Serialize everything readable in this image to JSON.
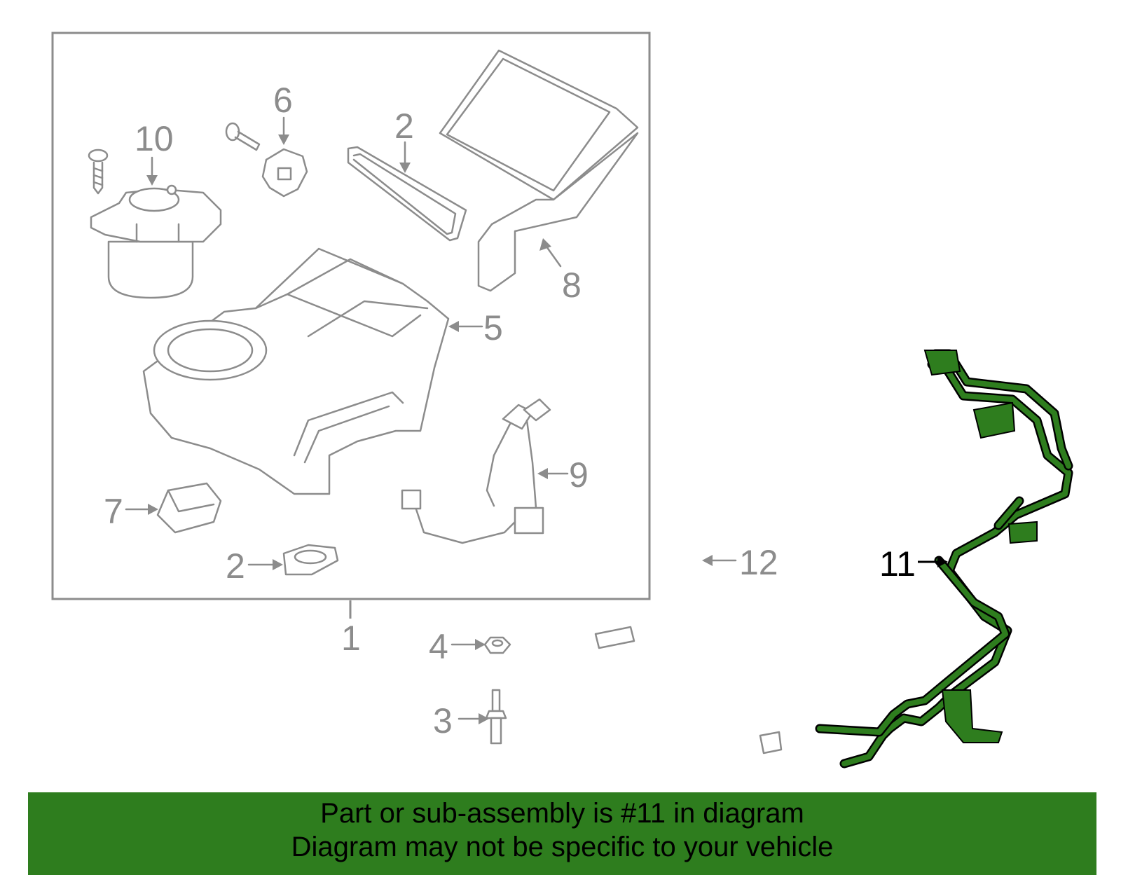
{
  "colors": {
    "highlight": "#2e7d1e",
    "banner_bg": "#2e7d1e",
    "line_gray": "#8c8c8c"
  },
  "callouts": {
    "c1": "1",
    "c2a": "2",
    "c2b": "2",
    "c3": "3",
    "c4": "4",
    "c5": "5",
    "c6": "6",
    "c7": "7",
    "c8": "8",
    "c9": "9",
    "c10": "10",
    "c11": "11",
    "c12": "12"
  },
  "highlighted_part": "11",
  "banner": {
    "line1": "Part or sub-assembly is #11 in diagram",
    "line2": "Diagram may not be specific to your vehicle"
  }
}
